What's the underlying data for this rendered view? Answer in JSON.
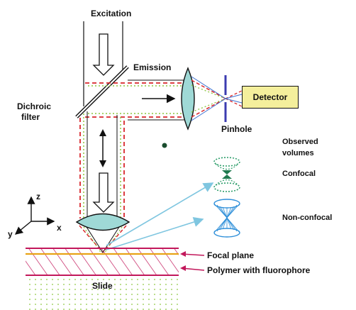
{
  "labels": {
    "excitation": "Excitation",
    "emission": "Emission",
    "dichroic_line1": "Dichroic",
    "dichroic_line2": "filter",
    "detector": "Detector",
    "pinhole": "Pinhole",
    "observed_line1": "Observed",
    "observed_line2": "volumes",
    "confocal": "Confocal",
    "non_confocal": "Non-confocal",
    "focal_plane": "Focal plane",
    "polymer": "Polymer with fluorophore",
    "slide": "Slide",
    "axis_z": "z",
    "axis_x": "x",
    "axis_y": "y"
  },
  "colors": {
    "beam_dashed": "#d8262b",
    "beam_dotted": "#8cc63f",
    "lens_fill": "#9fd9d6",
    "detector_fill": "#f4ef9c",
    "polymer_hatch": "#c2185b",
    "focal_line": "#e8a317",
    "pointer_lines": "#7fc6e0",
    "confocal_volume": "#2e9e6b",
    "nonconfocal_volume": "#2e8fd9"
  }
}
